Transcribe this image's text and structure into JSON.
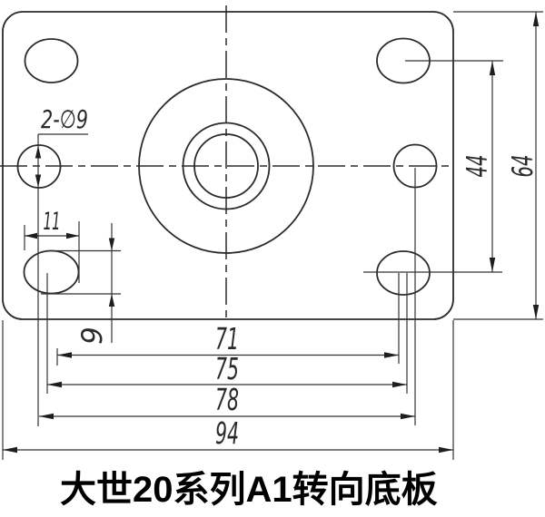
{
  "title": {
    "text": "大世20系列A1转向底板"
  },
  "drawing": {
    "callout_holes": "2-∅9",
    "dimensions": {
      "slot_width": "11",
      "slot_height": "9",
      "span_inner": "71",
      "span_mid": "75",
      "span_outer": "78",
      "plate_width": "94",
      "span_vertical": "44",
      "plate_height": "64"
    }
  }
}
